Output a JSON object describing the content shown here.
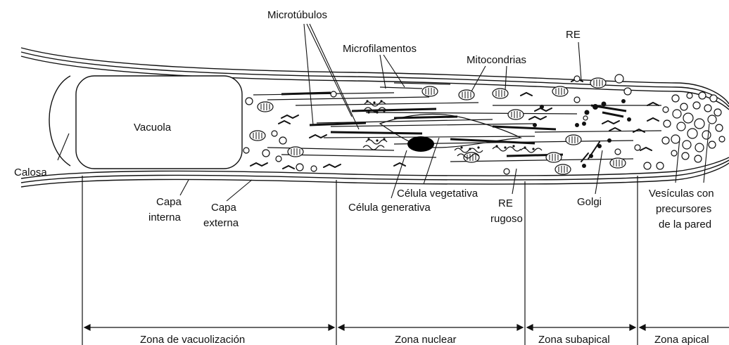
{
  "labels": {
    "microtubulos": "Microtúbulos",
    "microfilamentos": "Microfilamentos",
    "mitocondrias": "Mitocondrias",
    "re": "RE",
    "vacuola": "Vacuola",
    "calosa": "Calosa",
    "capa_interna_1": "Capa",
    "capa_interna_2": "interna",
    "capa_externa_1": "Capa",
    "capa_externa_2": "externa",
    "celula_vegetativa": "Célula vegetativa",
    "celula_generativa": "Célula generativa",
    "re_rugoso_1": "RE",
    "re_rugoso_2": "rugoso",
    "golgi": "Golgi",
    "vesiculas_1": "Vesículas con",
    "vesiculas_2": "precursores",
    "vesiculas_3": "de la pared"
  },
  "zones": [
    "Zona de vacuolización",
    "Zona nuclear",
    "Zona subapical",
    "Zona apical"
  ]
}
